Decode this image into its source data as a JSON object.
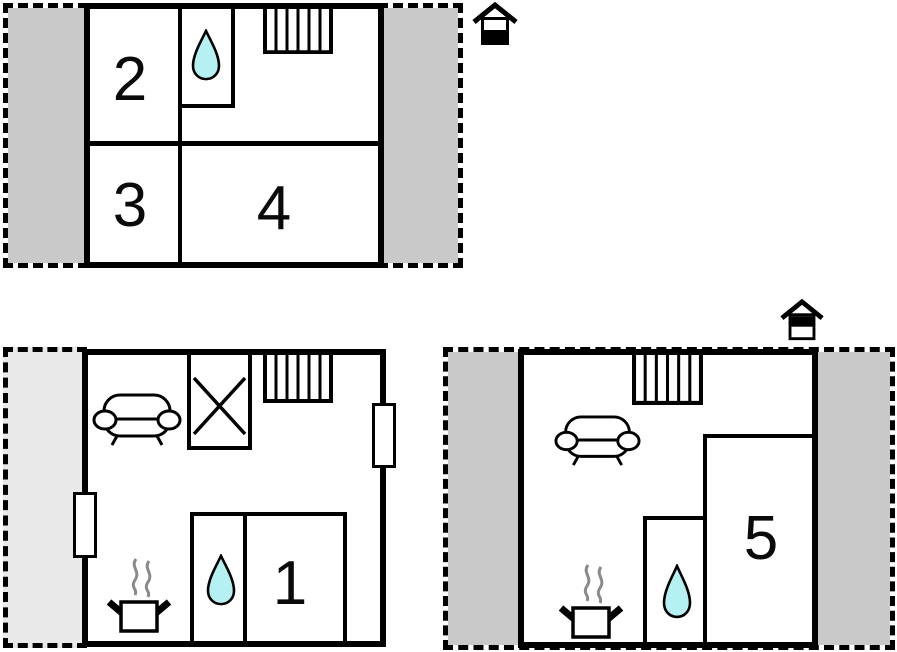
{
  "document_type": "holiday-home floor plan",
  "colors": {
    "wall_line": "#000000",
    "sloped_roof_area_gray": "#c9c9c9",
    "terrace_area_gray": "#e9e9e9",
    "water_drop_fill": "#b5f1f3",
    "steam_gray": "#8a8a8a",
    "background": "#ffffff"
  },
  "floors": {
    "upper": {
      "rooms": {
        "r2": "2",
        "r3": "3",
        "r4": "4"
      },
      "level_icon": "house-lower-half-filled",
      "features": [
        "staircase",
        "water-drop-bathroom",
        "sloped-roof-areas"
      ]
    },
    "ground": {
      "rooms": {
        "r1": "1"
      },
      "features": [
        "sofa",
        "crossed-box-wardrobe",
        "staircase",
        "window",
        "window",
        "cooking-pot",
        "water-drop-bathroom",
        "terrace-area"
      ]
    },
    "annex": {
      "rooms": {
        "r5": "5"
      },
      "level_icon": "house-upper-half-filled",
      "features": [
        "staircase",
        "sofa",
        "cooking-pot",
        "water-drop-bathroom",
        "sloped-roof-areas"
      ]
    }
  }
}
